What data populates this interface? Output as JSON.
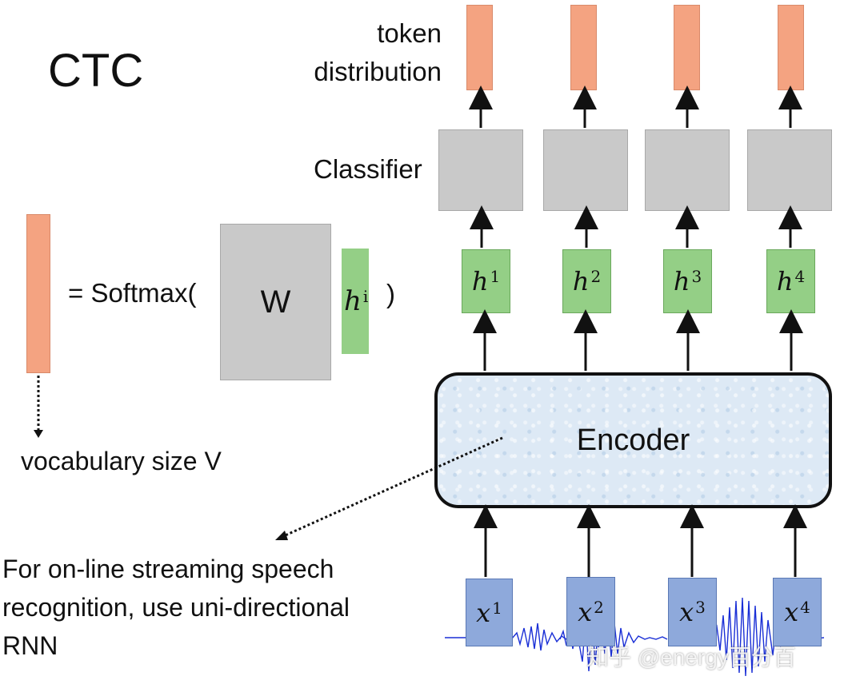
{
  "title": "CTC",
  "labels": {
    "token_distribution_line1": "token",
    "token_distribution_line2": "distribution",
    "classifier": "Classifier",
    "encoder": "Encoder",
    "vocabulary": "vocabulary size V"
  },
  "formula": {
    "prefix": "= Softmax(",
    "matrix": "W",
    "vector_base": "h",
    "vector_sup": "i",
    "suffix": ")"
  },
  "hidden_states": [
    {
      "base": "h",
      "sup": "1"
    },
    {
      "base": "h",
      "sup": "2"
    },
    {
      "base": "h",
      "sup": "3"
    },
    {
      "base": "h",
      "sup": "4"
    }
  ],
  "inputs": [
    {
      "base": "x",
      "sup": "1"
    },
    {
      "base": "x",
      "sup": "2"
    },
    {
      "base": "x",
      "sup": "3"
    },
    {
      "base": "x",
      "sup": "4"
    }
  ],
  "note": {
    "line1": "For on-line streaming speech",
    "line2": "recognition, use uni-directional",
    "line3": "RNN"
  },
  "watermark": "知乎 @energy百分百",
  "colors": {
    "token": "#f4a381",
    "classifier": "#c9c9c9",
    "hidden": "#94cf86",
    "input": "#8ea9db",
    "encoder_fill": "#dde9f5",
    "waveform": "#1a2fd6"
  }
}
